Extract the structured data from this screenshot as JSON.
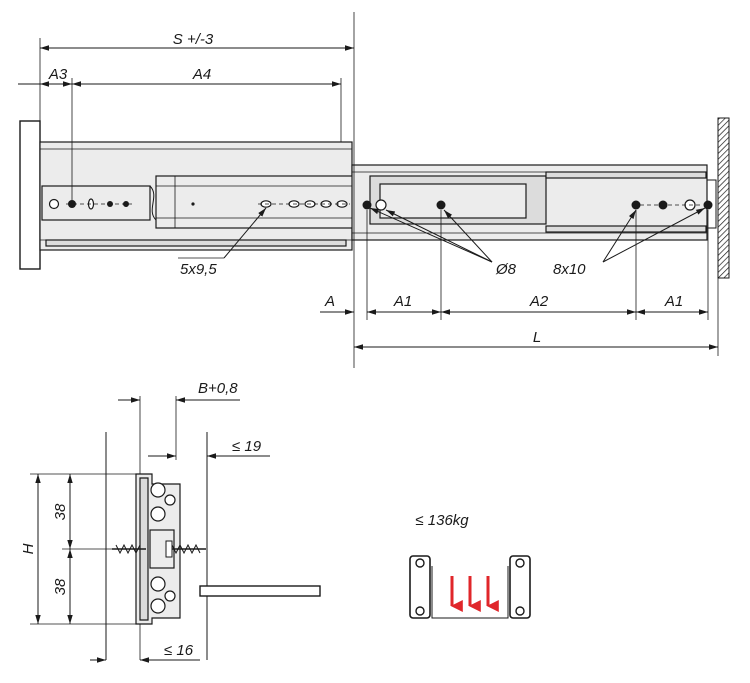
{
  "top_view": {
    "dimensions": {
      "stroke": "S +/-3",
      "a3": "A3",
      "a4": "A4",
      "a": "A",
      "a1_left": "A1",
      "a2": "A2",
      "a1_right": "A1",
      "length": "L"
    },
    "callouts": {
      "slots": "5x9,5",
      "holes": "Ø8",
      "long_holes": "8x10"
    }
  },
  "section_view": {
    "dimensions": {
      "width": "B+0,8",
      "gap_top": "≤ 19",
      "gap_bottom": "≤ 16",
      "height": "H",
      "upper": "38",
      "lower": "38"
    }
  },
  "load_icon": {
    "capacity": "≤ 136kg",
    "arrow_color": "#e0262a"
  }
}
